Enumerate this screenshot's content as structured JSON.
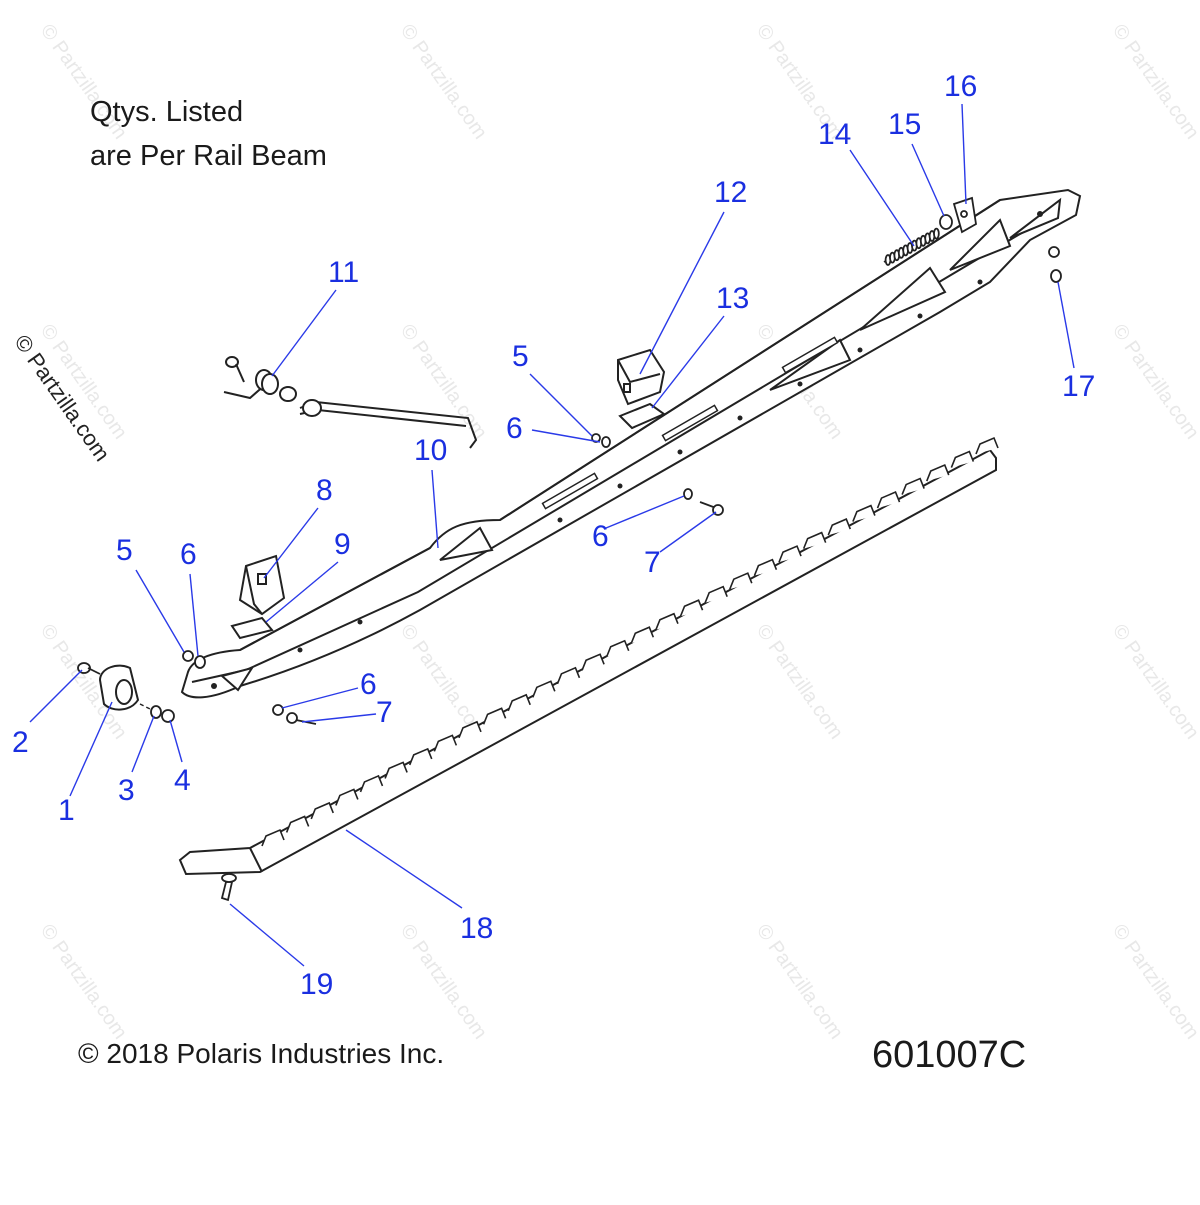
{
  "notes": {
    "line1": "Qtys. Listed",
    "line2": "are Per Rail Beam"
  },
  "copyright": "© 2018 Polaris Industries Inc.",
  "figure_number": "601007C",
  "watermark_side": "© Partzilla.com",
  "watermark_text": "© Partzilla.com",
  "colors": {
    "callout": "#1a2fe0",
    "leader": "#2a3ae8",
    "ink": "#1a1a1a",
    "watermark": "#e8e8e8"
  },
  "callouts": [
    {
      "id": "c1",
      "label": "1"
    },
    {
      "id": "c2",
      "label": "2"
    },
    {
      "id": "c3",
      "label": "3"
    },
    {
      "id": "c4",
      "label": "4"
    },
    {
      "id": "c5a",
      "label": "5"
    },
    {
      "id": "c6a",
      "label": "6"
    },
    {
      "id": "c8",
      "label": "8"
    },
    {
      "id": "c9",
      "label": "9"
    },
    {
      "id": "c10",
      "label": "10"
    },
    {
      "id": "c11",
      "label": "11"
    },
    {
      "id": "c5b",
      "label": "5"
    },
    {
      "id": "c6b",
      "label": "6"
    },
    {
      "id": "c12",
      "label": "12"
    },
    {
      "id": "c13",
      "label": "13"
    },
    {
      "id": "c6c",
      "label": "6"
    },
    {
      "id": "c7a",
      "label": "7"
    },
    {
      "id": "c6d",
      "label": "6"
    },
    {
      "id": "c7b",
      "label": "7"
    },
    {
      "id": "c14",
      "label": "14"
    },
    {
      "id": "c15",
      "label": "15"
    },
    {
      "id": "c16",
      "label": "16"
    },
    {
      "id": "c17",
      "label": "17"
    },
    {
      "id": "c18",
      "label": "18"
    },
    {
      "id": "c19",
      "label": "19"
    }
  ]
}
